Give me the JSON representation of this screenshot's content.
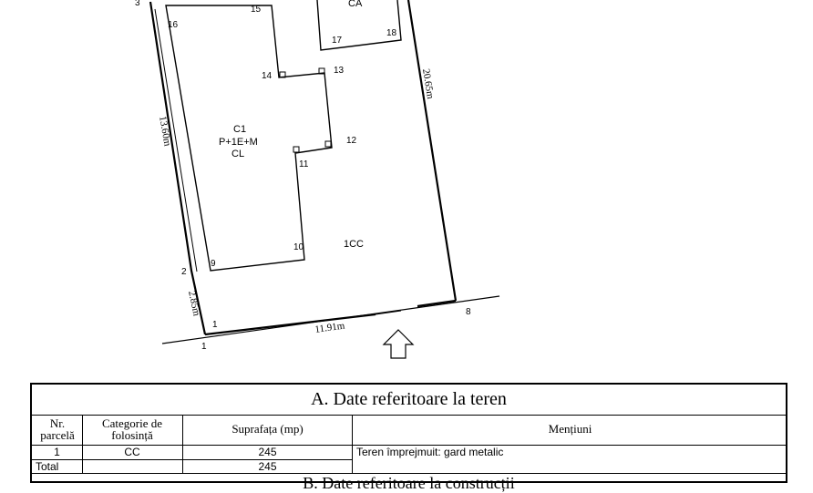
{
  "plan": {
    "points": {
      "p1a": "1",
      "p1b": "1",
      "p2": "2",
      "p3": "3",
      "p8": "8",
      "p9": "9",
      "p10": "10",
      "p11": "11",
      "p12": "12",
      "p13": "13",
      "p14": "14",
      "p15": "15",
      "p16": "16",
      "p17": "17",
      "p18": "18"
    },
    "dimensions": {
      "west": "13.60m",
      "east": "20.65m",
      "south": "11.91m",
      "southwest": "2.85m"
    },
    "building": {
      "code": "C1",
      "floors": "P+1E+M",
      "use": "CL"
    },
    "annex": "CA",
    "yard": "1CC"
  },
  "table": {
    "title": "A. Date referitoare la teren",
    "headers": {
      "nr": "Nr. parcelă",
      "categorie": "Categorie de folosință",
      "suprafata": "Suprafața (mp)",
      "mentiuni": "Mențiuni"
    },
    "row": {
      "nr": "1",
      "categorie": "CC",
      "suprafata": "245",
      "mentiuni": "Teren împrejmuit: gard metalic"
    },
    "total": {
      "label": "Total",
      "suprafata": "245"
    },
    "next_section": "B. Date referitoare la construcții"
  }
}
